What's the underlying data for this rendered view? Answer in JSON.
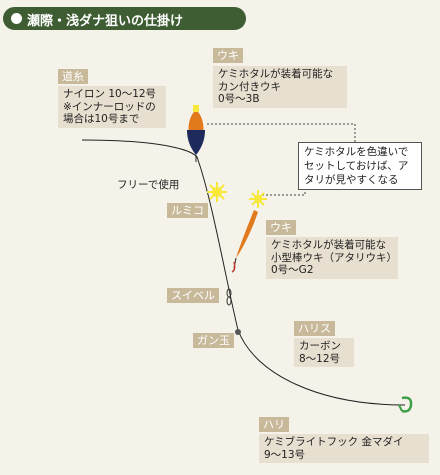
{
  "title": "瀬際・浅ダナ狙いの仕掛け",
  "labels": {
    "line": "道糸",
    "float": "ウキ",
    "glow": "ルミコ",
    "small_float": "ウキ",
    "swivel": "スイベル",
    "sinker": "ガン玉",
    "leader": "ハリス",
    "hook": "ハリ"
  },
  "notes": {
    "line": "ナイロン 10〜12号\n※インナーロッドの\n場合は10号まで",
    "float": "ケミホタルが装着可能な\nカン付きウキ\n0号〜3B",
    "small_float": "ケミホタルが装着可能な\n小型棒ウキ（アタリウキ）\n0号〜G2",
    "leader": "カーボン\n8〜12号",
    "hook": "ケミブライトフック 金マダイ\n9〜13号"
  },
  "callout": "ケミホタルを色違いで\nセットしておけば、ア\nタリが見やすくなる",
  "free_use": "フリーで使用",
  "colors": {
    "title_bg": "#3e5d33",
    "tag_bg": "#c8b99a",
    "note_bg": "#e7dfd0",
    "float_orange": "#e07a1d",
    "float_navy": "#1f2a5c",
    "glow_yellow": "#f7e83a",
    "hook_green": "#3fa04a"
  }
}
